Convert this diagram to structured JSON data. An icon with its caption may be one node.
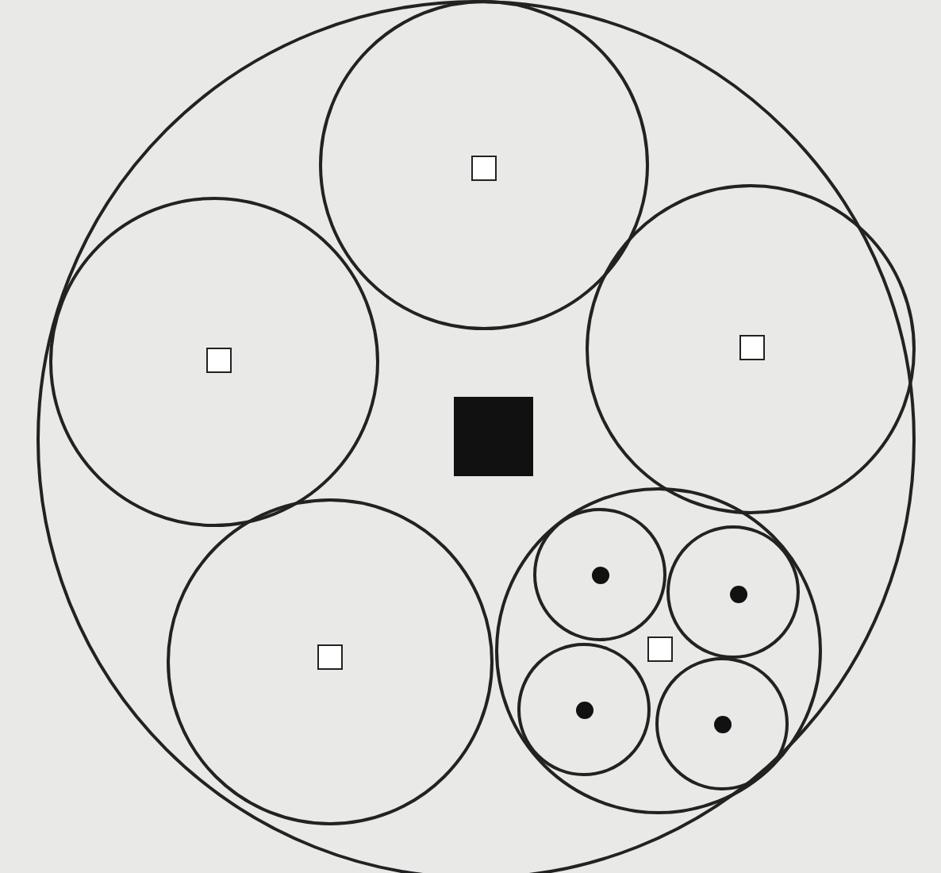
{
  "diagram": {
    "nodes": [
      {
        "text": [],
        "shape": "circle"
      },
      {
        "text": [],
        "shape": "circle",
        "in": 0
      },
      {
        "text": [],
        "shape": "circle",
        "in": 0
      },
      {
        "text": [],
        "shape": "circle",
        "in": 0
      },
      {
        "text": [],
        "shape": "circle",
        "in": 0
      },
      {
        "text": [],
        "shape": "circle",
        "in": 0
      },
      {
        "text": [],
        "shape": "circle",
        "in": 5
      },
      {
        "text": [],
        "shape": "circle",
        "in": 5
      },
      {
        "text": [],
        "shape": "circle",
        "in": 5
      },
      {
        "text": [],
        "shape": "circle",
        "in": 5
      }
    ]
  }
}
